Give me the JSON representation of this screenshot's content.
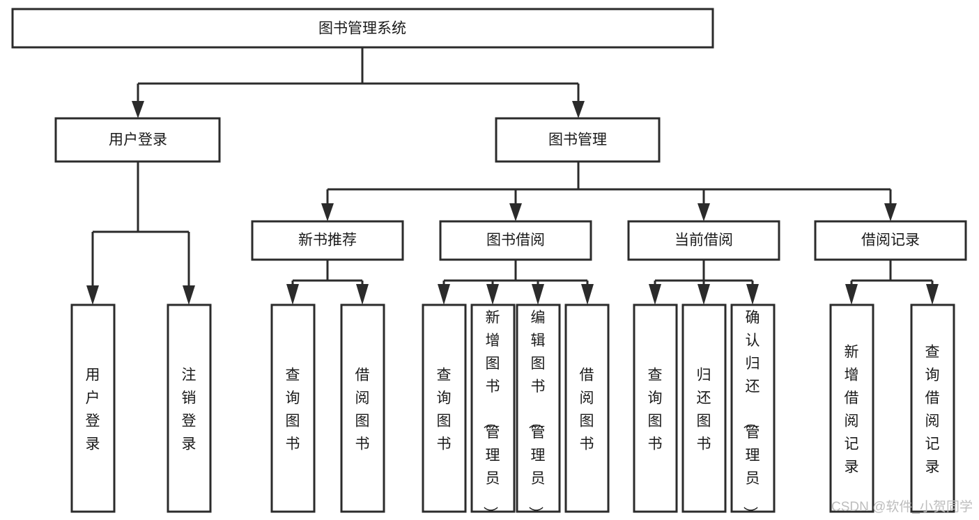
{
  "diagram": {
    "type": "tree-hierarchy",
    "title": "图书管理系统",
    "root": {
      "id": "root",
      "label": "图书管理系统",
      "orientation": "horizontal"
    },
    "level1": [
      {
        "id": "user-login",
        "label": "用户登录",
        "orientation": "horizontal"
      },
      {
        "id": "book-management",
        "label": "图书管理",
        "orientation": "horizontal"
      }
    ],
    "level2": [
      {
        "id": "new-book-recommend",
        "label": "新书推荐",
        "parent": "book-management",
        "orientation": "horizontal"
      },
      {
        "id": "book-borrow",
        "label": "图书借阅",
        "parent": "book-management",
        "orientation": "horizontal"
      },
      {
        "id": "current-borrow",
        "label": "当前借阅",
        "parent": "book-management",
        "orientation": "horizontal"
      },
      {
        "id": "borrow-record",
        "label": "借阅记录",
        "parent": "book-management",
        "orientation": "horizontal"
      }
    ],
    "leaves": [
      {
        "id": "leaf-user-login",
        "label": "用户登录",
        "parent": "user-login",
        "orientation": "vertical"
      },
      {
        "id": "leaf-user-logout",
        "label": "注销登录",
        "parent": "user-login",
        "orientation": "vertical"
      },
      {
        "id": "leaf-query-book-1",
        "label": "查询图书",
        "parent": "new-book-recommend",
        "orientation": "vertical"
      },
      {
        "id": "leaf-borrow-book-1",
        "label": "借阅图书",
        "parent": "new-book-recommend",
        "orientation": "vertical"
      },
      {
        "id": "leaf-query-book-2",
        "label": "查询图书",
        "parent": "book-borrow",
        "orientation": "vertical"
      },
      {
        "id": "leaf-add-book",
        "label": "新增图书（管理员）",
        "parent": "book-borrow",
        "orientation": "vertical"
      },
      {
        "id": "leaf-edit-book",
        "label": "编辑图书（管理员）",
        "parent": "book-borrow",
        "orientation": "vertical"
      },
      {
        "id": "leaf-borrow-book-2",
        "label": "借阅图书",
        "parent": "book-borrow",
        "orientation": "vertical"
      },
      {
        "id": "leaf-query-book-3",
        "label": "查询图书",
        "parent": "current-borrow",
        "orientation": "vertical"
      },
      {
        "id": "leaf-return-book",
        "label": "归还图书",
        "parent": "current-borrow",
        "orientation": "vertical"
      },
      {
        "id": "leaf-confirm-return",
        "label": "确认归还（管理员）",
        "parent": "current-borrow",
        "orientation": "vertical"
      },
      {
        "id": "leaf-add-record",
        "label": "新增借阅记录",
        "parent": "borrow-record",
        "orientation": "vertical"
      },
      {
        "id": "leaf-query-record",
        "label": "查询借阅记录",
        "parent": "borrow-record",
        "orientation": "vertical"
      }
    ],
    "watermark": "CSDN @软件_小贺同学",
    "colors": {
      "background": "#ffffff",
      "box_fill": "#ffffff",
      "box_stroke": "#2b2b2b",
      "text": "#1a1a1a",
      "connector": "#2b2b2b",
      "watermark": "#bdbdbd"
    }
  }
}
